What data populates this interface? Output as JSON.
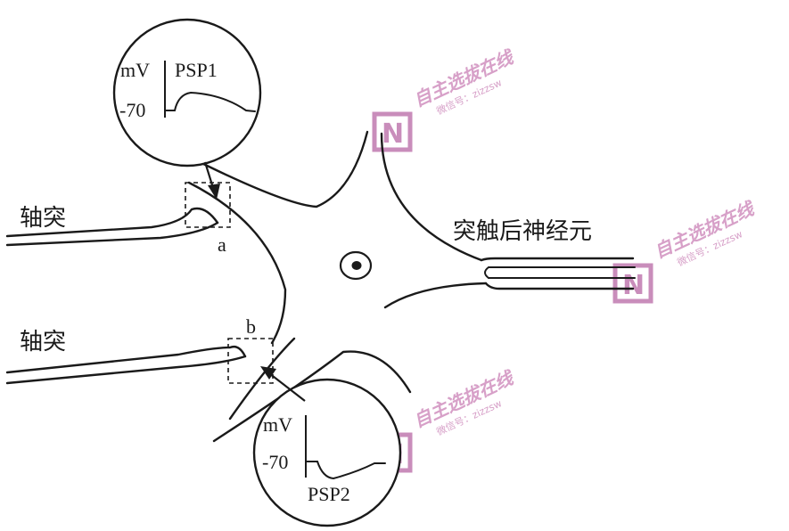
{
  "labels": {
    "axon_top": "轴突",
    "axon_bottom": "轴突",
    "postsynaptic_neuron": "突触后神经元",
    "synapse_a": "a",
    "synapse_b": "b"
  },
  "insets": {
    "psp1": {
      "unit": "mV",
      "baseline": "-70",
      "title": "PSP1"
    },
    "psp2": {
      "unit": "mV",
      "baseline": "-70",
      "title": "PSP2"
    }
  },
  "watermark": {
    "brand": "自主选拔在线",
    "sub": "微信号：zizzsw",
    "logo": "N"
  },
  "colors": {
    "line": "#1a1a1a",
    "watermark": "#d7a0c8"
  }
}
